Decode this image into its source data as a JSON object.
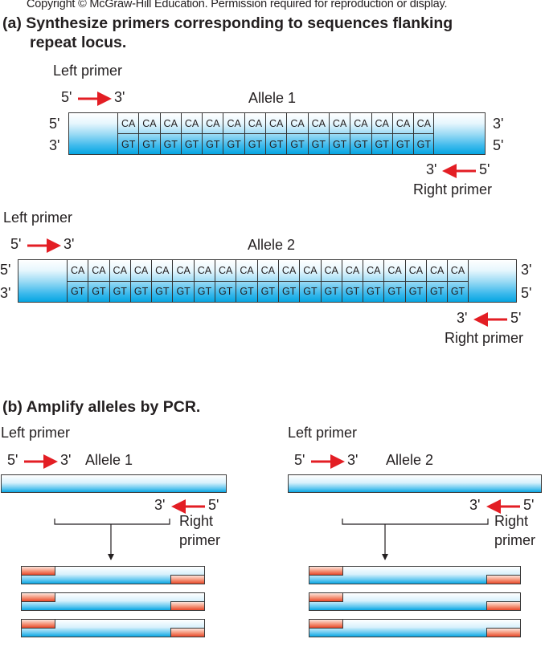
{
  "copyright": "Copyright © McGraw-Hill Education. Permission required for reproduction or display.",
  "part_a": {
    "heading_line1": "(a)  Synthesize primers corresponding to sequences flanking",
    "heading_line2": "repeat locus.",
    "allele1": {
      "title": "Allele 1",
      "left_primer_label": "Left primer",
      "right_primer_label": "Right primer",
      "left_primer_5": "5'",
      "left_primer_3": "3'",
      "right_primer_3": "3'",
      "right_primer_5": "5'",
      "top_left_end": "5'",
      "bottom_left_end": "3'",
      "top_right_end": "3'",
      "bottom_right_end": "5'",
      "repeat_top": "CA",
      "repeat_bottom": "GT",
      "repeat_count": 15
    },
    "allele2": {
      "title": "Allele 2",
      "left_primer_label": "Left primer",
      "right_primer_label": "Right primer",
      "left_primer_5": "5'",
      "left_primer_3": "3'",
      "right_primer_3": "3'",
      "right_primer_5": "5'",
      "top_left_end": "5'",
      "bottom_left_end": "3'",
      "top_right_end": "3'",
      "bottom_right_end": "5'",
      "repeat_top": "CA",
      "repeat_bottom": "GT",
      "repeat_count": 19
    }
  },
  "part_b": {
    "heading": "(b)  Amplify alleles by PCR.",
    "allele1": {
      "title": "Allele 1",
      "left_primer_label": "Left primer",
      "right_primer_label_line1": "Right",
      "right_primer_label_line2": "primer",
      "left_primer_5": "5'",
      "left_primer_3": "3'",
      "right_primer_3": "3'",
      "right_primer_5": "5'",
      "product_copies": 3
    },
    "allele2": {
      "title": "Allele 2",
      "left_primer_label": "Left primer",
      "right_primer_label_line1": "Right",
      "right_primer_label_line2": "primer",
      "left_primer_5": "5'",
      "left_primer_3": "3'",
      "right_primer_3": "3'",
      "right_primer_5": "5'",
      "product_copies": 3
    }
  },
  "colors": {
    "primer_arrow": "#e31e24",
    "dna_blue": "#06a5e2",
    "primer_block": "#e8492a",
    "outline": "#3a3a3a"
  }
}
